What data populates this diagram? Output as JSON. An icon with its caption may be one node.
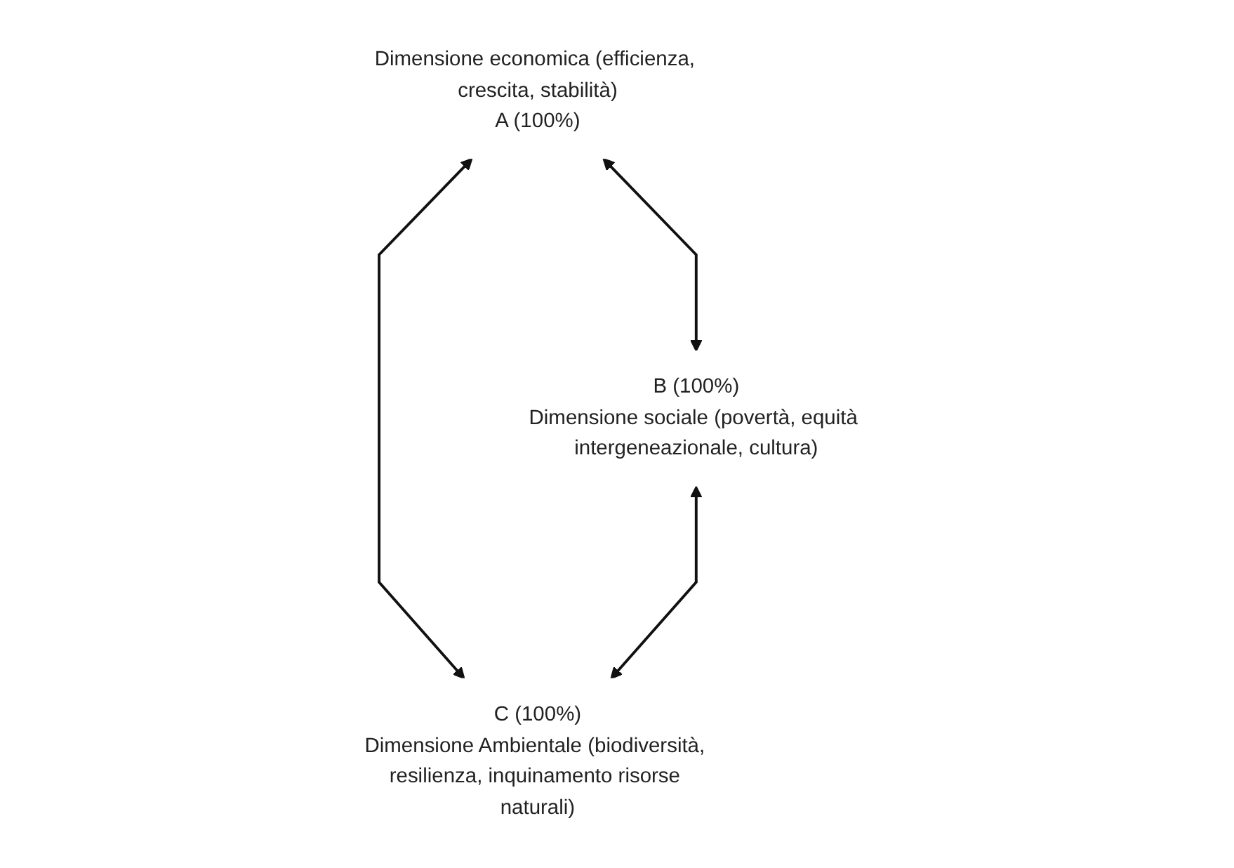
{
  "diagram": {
    "nodes": [
      {
        "text": [
          "Dimensione economica (efficienza, crescita, stabilità)",
          "A (100%)"
        ]
      },
      {
        "text": [
          "B (100%)",
          "Dimensione sociale (povertà, equità intergeneazionale, cultura)"
        ]
      },
      {
        "text": [
          "C (100%)",
          "Dimensione Ambientale (biodiversità, resilienza, inquinamento risorse naturali)"
        ]
      }
    ],
    "edges": [
      {
        "from": 0,
        "to": 1,
        "arrow": "both"
      },
      {
        "from": 0,
        "to": 2,
        "arrow": "both"
      },
      {
        "from": 1,
        "to": 2,
        "arrow": "both"
      }
    ]
  }
}
